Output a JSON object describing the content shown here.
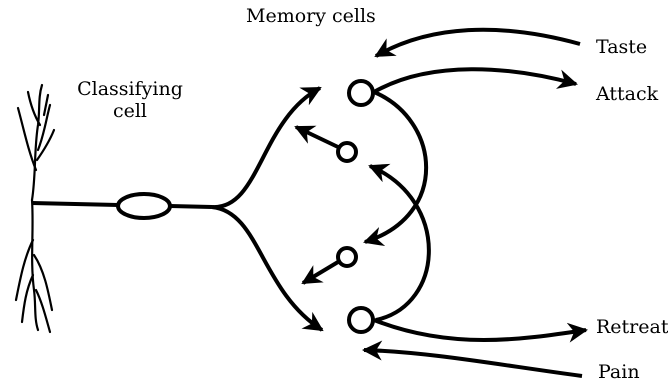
{
  "labels": {
    "memory_cells": "Memory cells",
    "classifying_line1": "Classifying",
    "classifying_line2": "cell",
    "taste": "Taste",
    "attack": "Attack",
    "retreat": "Retreat",
    "pain": "Pain"
  },
  "colors": {
    "ink": "#000000",
    "background": "#ffffff"
  }
}
